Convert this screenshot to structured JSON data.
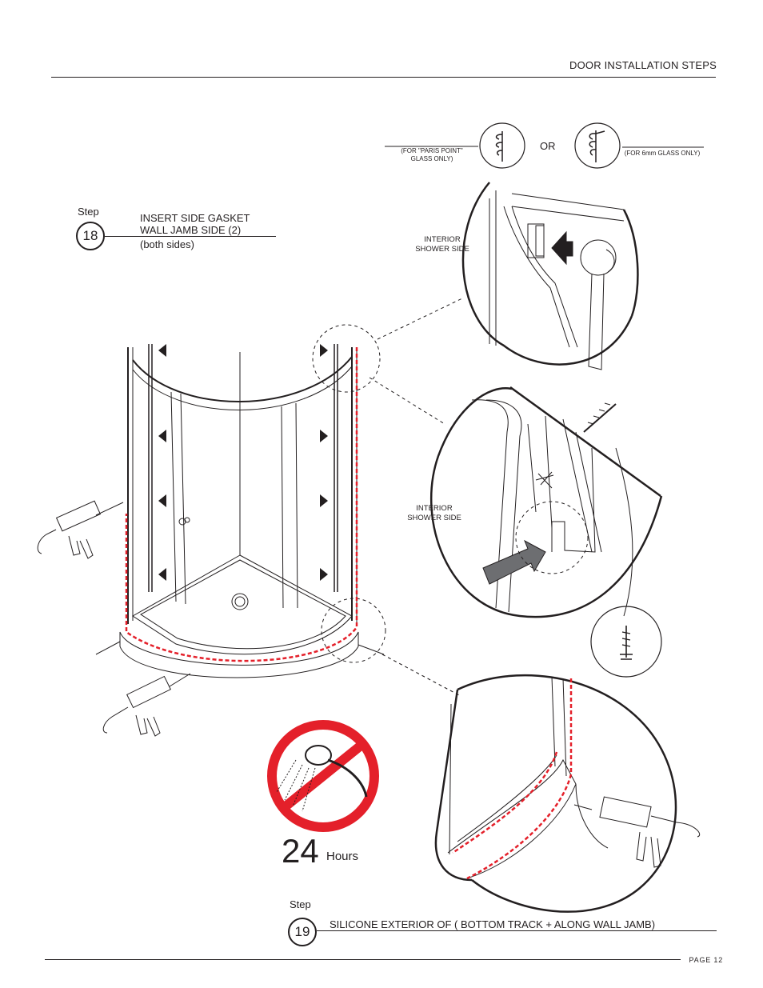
{
  "header": {
    "section_title": "DOOR INSTALLATION STEPS"
  },
  "step18": {
    "step_word": "Step",
    "number": "18",
    "title_line1": "INSERT SIDE GASKET",
    "title_line2": "WALL JAMB SIDE (2)",
    "note": "(both sides)"
  },
  "gasket_options": {
    "left_caption_line1": "(FOR \"PARIS POINT\"",
    "left_caption_line2": "GLASS ONLY)",
    "or_label": "OR",
    "right_caption": "(FOR 6mm GLASS ONLY)"
  },
  "detail_labels": {
    "top_detail": [
      "INTERIOR",
      "SHOWER SIDE"
    ],
    "middle_detail": [
      "INTERIOR",
      "SHOWER SIDE"
    ]
  },
  "cure_time": {
    "number": "24",
    "unit": "Hours"
  },
  "step19": {
    "step_word": "Step",
    "number": "19",
    "title": "SILICONE EXTERIOR OF ( BOTTOM TRACK + ALONG WALL JAMB)"
  },
  "footer": {
    "page_label": "PAGE 12"
  },
  "colors": {
    "ink": "#231f20",
    "silicone": "#e4202a",
    "prohibition": "#e4202a",
    "arrow_gray": "#6d6e71"
  }
}
